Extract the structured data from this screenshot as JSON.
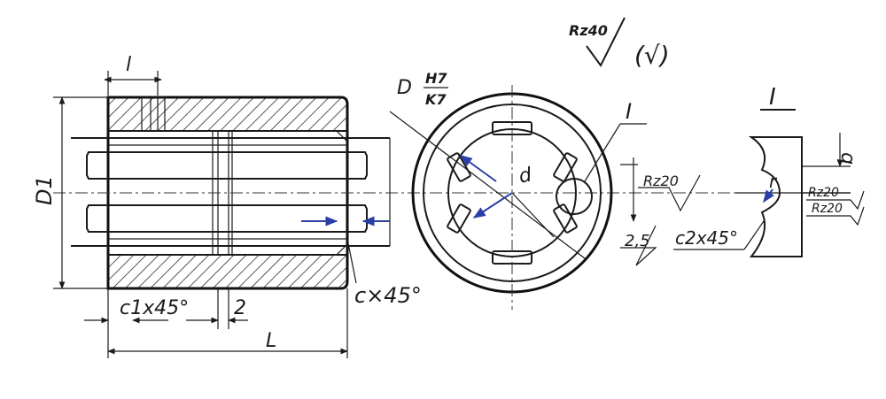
{
  "section_view": {
    "dim_l_small": "l",
    "dim_D1": "D1",
    "dim_c1": "c1x45°",
    "dim_2": "2",
    "dim_L": "L",
    "dim_c": "c×45°"
  },
  "end_view": {
    "dim_D": "D",
    "fit_upper": "H7",
    "fit_lower": "K7",
    "dim_d": "d",
    "detail_ref": "I",
    "roughness_rz20": "Rz20",
    "dim_2_5": "2,5",
    "dim_c2": "c2x45°"
  },
  "roughness_general": {
    "value": "Rz40",
    "bracket_symbol": "(√)"
  },
  "detail_view": {
    "title": "I",
    "dim_b": "b",
    "dim_r": "r",
    "roughness_top": "Rz20",
    "roughness_bottom": "Rz20"
  }
}
